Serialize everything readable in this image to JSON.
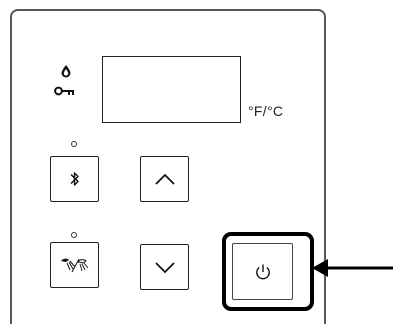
{
  "panel": {
    "display": {
      "unit_label": "°F/°C"
    },
    "indicators": [
      {
        "icon": "water-drop-icon"
      },
      {
        "icon": "key-icon"
      }
    ],
    "buttons": [
      {
        "name": "bluetooth-button",
        "icon": "bluetooth-icon",
        "has_led": true
      },
      {
        "name": "up-button",
        "icon": "chevron-up-icon",
        "has_led": false
      },
      {
        "name": "spray-mode-button",
        "icon": "spray-icon",
        "has_led": true
      },
      {
        "name": "down-button",
        "icon": "chevron-down-icon",
        "has_led": false
      },
      {
        "name": "power-button",
        "icon": "power-icon",
        "highlighted": true
      }
    ]
  },
  "annotation": {
    "arrow": "pointing-left",
    "target": "power-button"
  }
}
